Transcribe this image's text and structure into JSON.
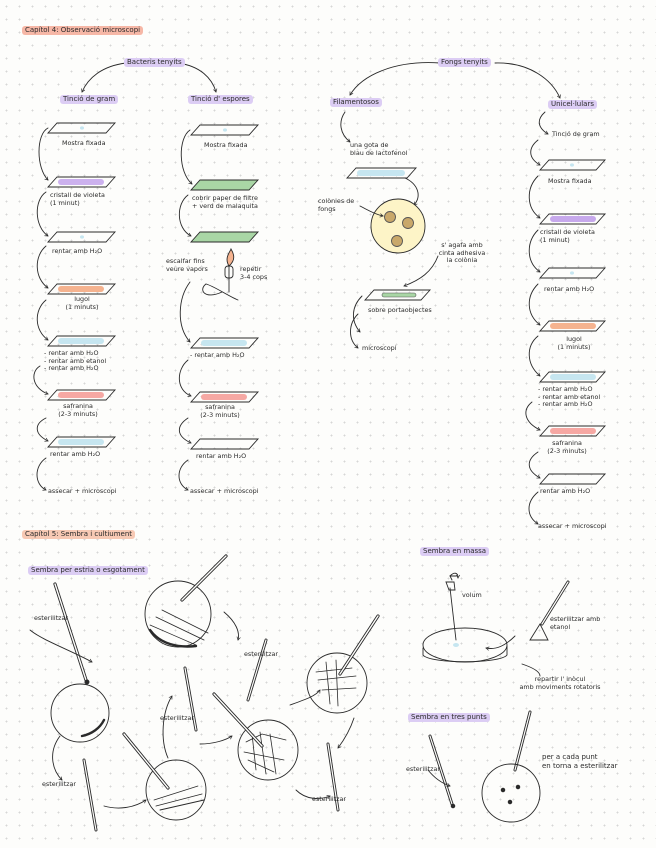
{
  "chapter4": {
    "title": "Capítol 4: Observació microscopi",
    "bacteria_title": "Bacteris tenyits",
    "gram": {
      "heading": "Tinció de gram",
      "steps": [
        "Mostra fixada",
        "cristall de violeta\n(1 minut)",
        "rentar amb H₂O",
        "lugol\n(1 minuts)",
        "- rentar amb H₂O\n- rentar amb etanol\n- rentar amb H₂O",
        "safranina\n(2-3 minuts)",
        "rentar amb H₂O",
        "assecar + microscopi"
      ]
    },
    "spores": {
      "heading": "Tinció d' espores",
      "steps": [
        "Mostra fixada",
        "cobrir paper de filtre\n+ verd de malaquita",
        "escalfar fins\nveure vapors",
        "repetir\n3-4 cops",
        "- rentar amb H₂O",
        "safranina\n(2-3 minuts)",
        "rentar amb H₂O",
        "assecar + microscopi"
      ]
    },
    "fungi_title": "Fongs tenyits",
    "filamentous": {
      "heading": "Filamentosos",
      "steps": [
        "una gota de\nblau de lactofenol",
        "colònies de\nfongs",
        "s' agafa amb\ncinta adhesiva\nla colònia",
        "sobre portaobjectes",
        "microscopi"
      ]
    },
    "unicellular": {
      "heading": "Unicel·lulars",
      "steps": [
        "Tinció de gram",
        "Mostra fixada",
        "cristall de violeta\n(1 minut)",
        "rentar amb H₂O",
        "lugol\n(1 minuts)",
        "- rentar amb H₂O\n- rentar amb etanol\n- rentar amb H₂O",
        "safranina\n(2-3 minuts)",
        "rentar amb H₂O",
        "assecar + microscopi"
      ]
    }
  },
  "chapter5": {
    "title": "Capítol 5: Sembra i cultiument",
    "streak": {
      "heading": "Sembra per estria o esgotament",
      "labels": [
        "esterilitzar",
        "esterilitzar",
        "esterilitzar",
        "esterilitzar",
        "esterilitzar"
      ]
    },
    "mass": {
      "heading": "Sembra en massa",
      "labels": [
        "volum",
        "esterilitzar amb\netanol",
        "repartir l' inòcul\namb moviments rotatoris"
      ]
    },
    "three": {
      "heading": "Sembra en tres punts",
      "labels": [
        "esterilitzar",
        "per a cada punt\nen torna a esterilitzar"
      ]
    }
  },
  "colors": {
    "title_highlight": "#f6b7a6",
    "heading_highlight": "#dccdf4",
    "violet": "#c7a9ec",
    "blue": "#c6e6f0",
    "orange": "#f5b38f",
    "pink": "#f6a8a3",
    "green": "#a9d6a5"
  }
}
